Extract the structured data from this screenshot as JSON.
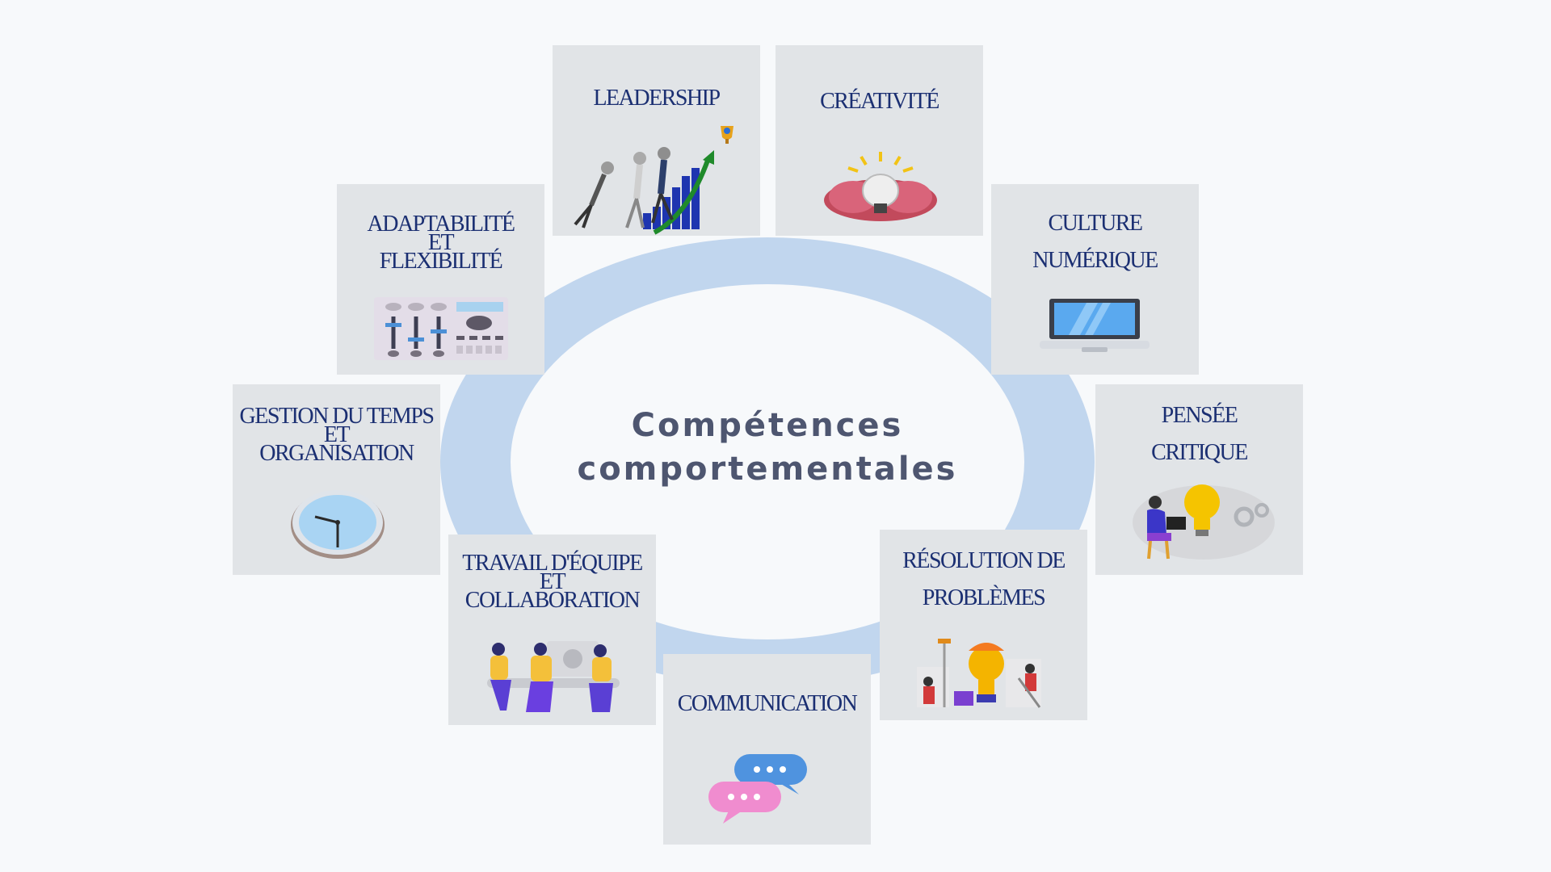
{
  "center": {
    "line1": "Compétences",
    "line2": "comportementales"
  },
  "cards": {
    "leadership": {
      "line1": "LEADERSHIP",
      "icon": "leadership-growth-icon"
    },
    "creativite": {
      "line1": "CRÉATIVITÉ",
      "icon": "brain-lightbulb-icon"
    },
    "culture": {
      "line1": "CULTURE",
      "line2": "NUMÉRIQUE",
      "icon": "laptop-icon"
    },
    "pensee": {
      "line1": "PENSÉE",
      "line2": "CRITIQUE",
      "icon": "person-lightbulb-icon"
    },
    "resolution": {
      "line1": "RÉSOLUTION DE",
      "line2": "PROBLÈMES",
      "icon": "workers-lightbulb-icon"
    },
    "communication": {
      "line1": "COMMUNICATION",
      "icon": "chat-bubbles-icon"
    },
    "travail": {
      "line1": "TRAVAIL D'ÉQUIPE",
      "line2": "ET",
      "line3": "COLLABORATION",
      "icon": "team-meeting-icon"
    },
    "gestion": {
      "line1": "GESTION DU TEMPS",
      "line2": "ET",
      "line3": "ORGANISATION",
      "icon": "clock-icon"
    },
    "adaptabilite": {
      "line1": "ADAPTABILITÉ",
      "line2": "ET",
      "line3": "FLEXIBILITÉ",
      "icon": "control-panel-icon"
    }
  },
  "colors": {
    "ring": "#c1d6ee",
    "card": "#e1e4e7",
    "label": "#1b2f72",
    "center_text": "#4e5670"
  }
}
